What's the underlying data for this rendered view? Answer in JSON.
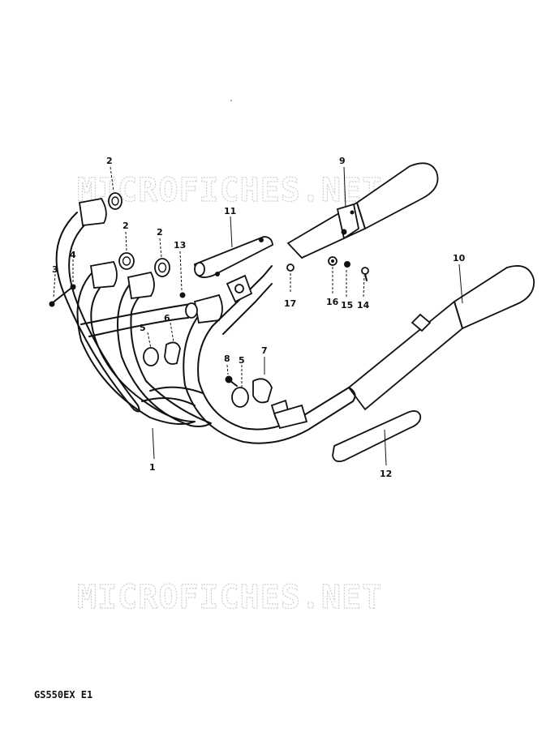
{
  "watermark": {
    "text": "MICROFICHES.NET"
  },
  "model_code": "GS550EX E1",
  "callouts": {
    "c1": "1",
    "c2a": "2",
    "c2b": "2",
    "c2c": "2",
    "c3": "3",
    "c4": "4",
    "c5a": "5",
    "c5b": "5",
    "c6": "6",
    "c7": "7",
    "c8": "8",
    "c9": "9",
    "c10": "10",
    "c11": "11",
    "c12": "12",
    "c13": "13",
    "c14": "14",
    "c15": "15",
    "c16": "16",
    "c17": "17"
  }
}
